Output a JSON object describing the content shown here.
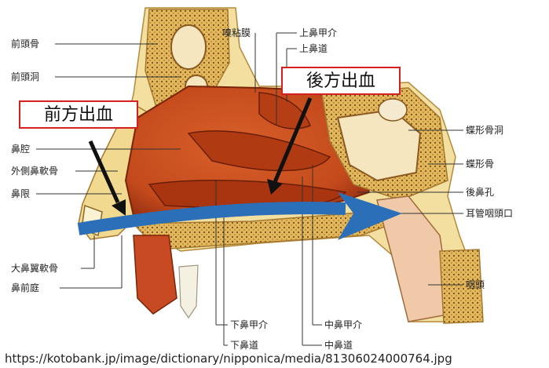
{
  "labels": {
    "frontal_bone": "前頭骨",
    "frontal_sinus": "前頭洞",
    "nasal_cavity": "鼻腔",
    "lateral_nasal_cartilage": "外側鼻軟骨",
    "nasal_limen": "鼻限",
    "greater_alar_cartilage": "大鼻翼軟骨",
    "nasal_vestibule": "鼻前庭",
    "olfactory_mucosa": "嗅粘膜",
    "superior_turbinate": "上鼻甲介",
    "superior_meatus": "上鼻道",
    "sphenoid_sinus": "蝶形骨洞",
    "sphenoid_bone": "蝶形骨",
    "choana": "後鼻孔",
    "eustachian_tube_opening": "耳管咽頭口",
    "pharynx": "咽頭",
    "inferior_turbinate": "下鼻甲介",
    "inferior_meatus": "下鼻道",
    "middle_turbinate": "中鼻甲介",
    "middle_meatus": "中鼻道"
  },
  "callouts": {
    "anterior_bleeding": "前方出血",
    "posterior_bleeding": "後方出血"
  },
  "source_url": "https://kotobank.jp/image/dictionary/nipponica/media/81306024000764.jpg",
  "colors": {
    "mucosa": "#c44a1c",
    "mucosa_dark": "#8e2a10",
    "bone": "#e8c36a",
    "bone_light": "#f5e2a8",
    "skin": "#f3dfa0",
    "callout_border": "#d62020",
    "airflow_arrow": "#2a6fb8",
    "pointer_arrow": "#111111"
  }
}
